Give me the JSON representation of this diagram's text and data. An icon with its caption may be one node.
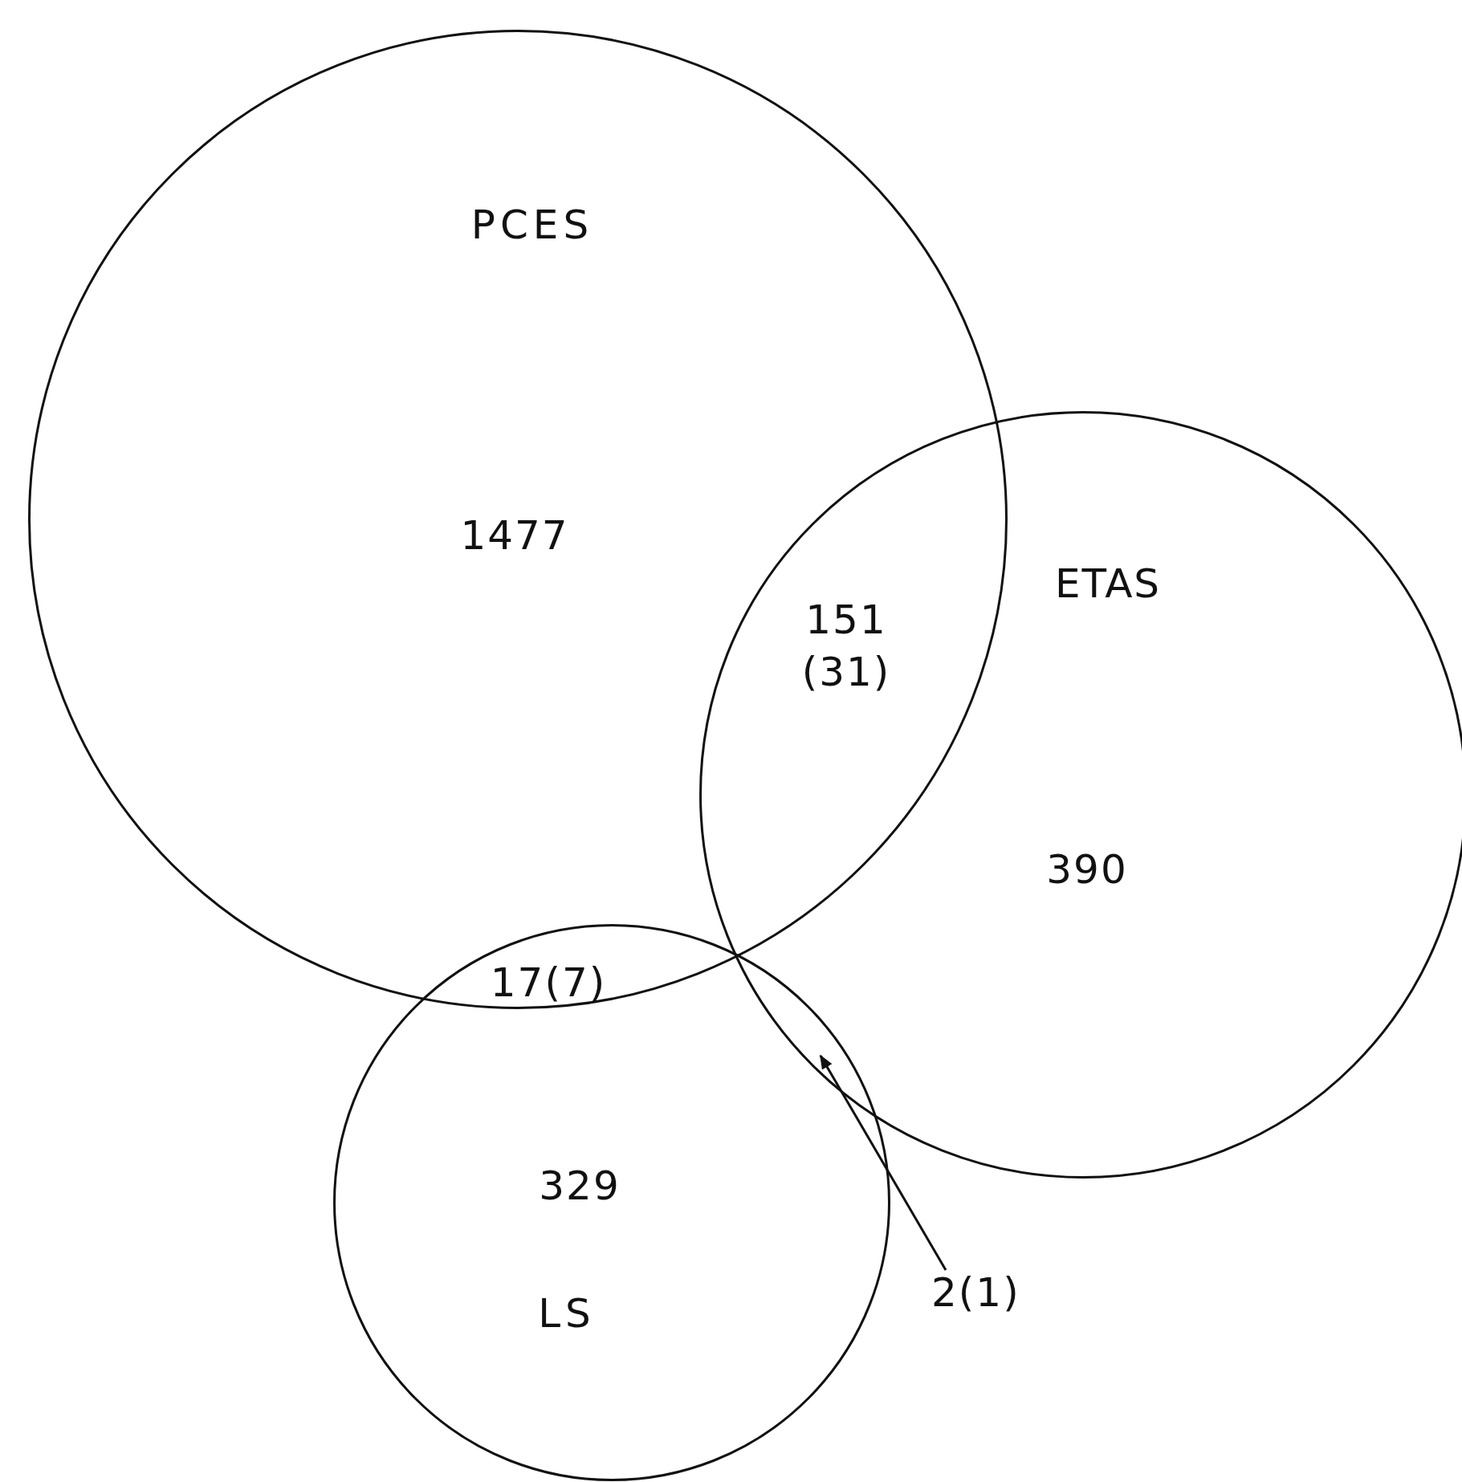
{
  "diagram": {
    "nodes": [
      {
        "text": [
          "PCES",
          "1477"
        ]
      },
      {
        "text": [
          "ETAS",
          "390"
        ]
      },
      {
        "text": [
          "329",
          "LS"
        ]
      },
      {
        "text": [
          "2(1)"
        ]
      }
    ],
    "edges": [
      {
        "from": 3,
        "to": 2,
        "arrow": "to"
      }
    ],
    "labels": [
      "151 (31)",
      "17(7)"
    ]
  }
}
